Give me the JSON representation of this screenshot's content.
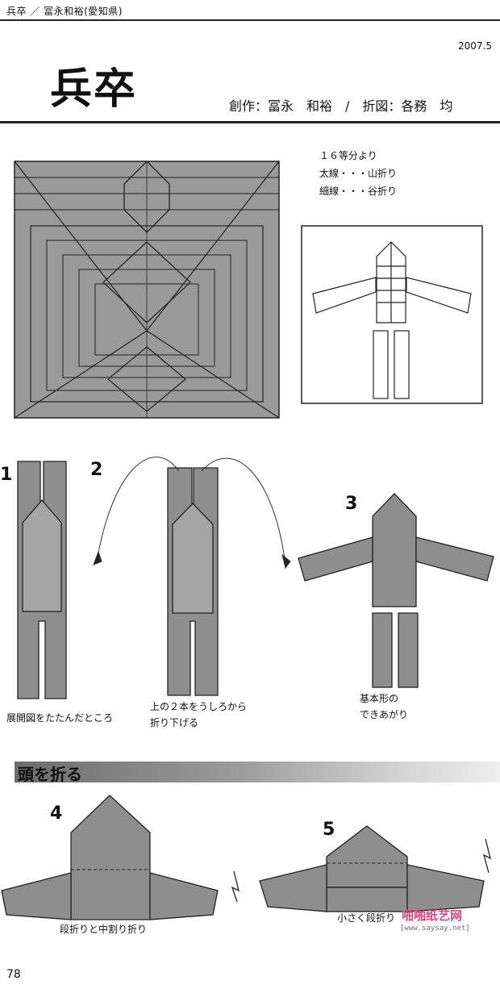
{
  "header": {
    "running_title": "兵卒 ／ 冨永和裕(愛知県)",
    "date": "2007.5"
  },
  "title": {
    "main": "兵卒",
    "credits": "創作：冨永　和裕　/　折図：各務　均"
  },
  "notes": {
    "lines": [
      "１６等分より",
      "太線・・・山折り",
      "細線・・・谷折り"
    ]
  },
  "steps": [
    {
      "number": "1",
      "caption": "展開図をたたんだところ"
    },
    {
      "number": "2",
      "caption": "上の２本をうしろから\n折り下げる"
    },
    {
      "number": "3",
      "caption": "基本形の\nできあがり"
    },
    {
      "number": "4",
      "caption": "段折りと中割り折り"
    },
    {
      "number": "5",
      "caption": "小さく段折り"
    }
  ],
  "section": {
    "title": "頭を折る"
  },
  "page_number": "78",
  "watermark": {
    "text": "啪啪纸艺网",
    "url": "[www.saysay.net]"
  },
  "colors": {
    "paper": "#8a8a8a",
    "paper_light": "#a9a9a9",
    "line": "#222222"
  }
}
